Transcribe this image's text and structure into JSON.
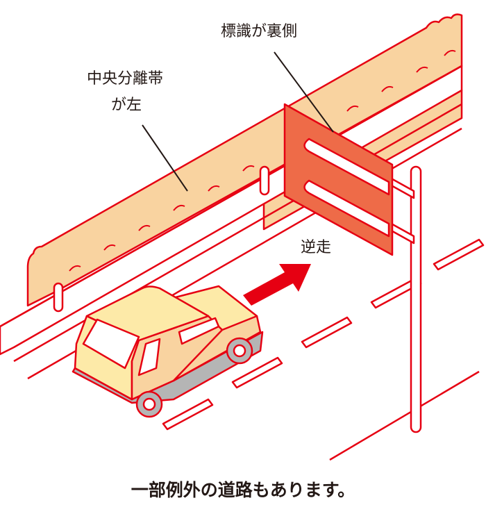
{
  "labels": {
    "sign_back": "標識が裏側",
    "median_line1": "中央分離帯",
    "median_line2": "が左",
    "wrong_way": "逆走"
  },
  "caption": "一部例外の道路もあります。",
  "colors": {
    "line": "#e60012",
    "hedge": "#f9d3a0",
    "car_roof": "#fdeaa8",
    "car_body": "#f9d3a0",
    "sign": "#ee6b48",
    "tire": "#b5b5b5",
    "arrow": "#e60012"
  }
}
